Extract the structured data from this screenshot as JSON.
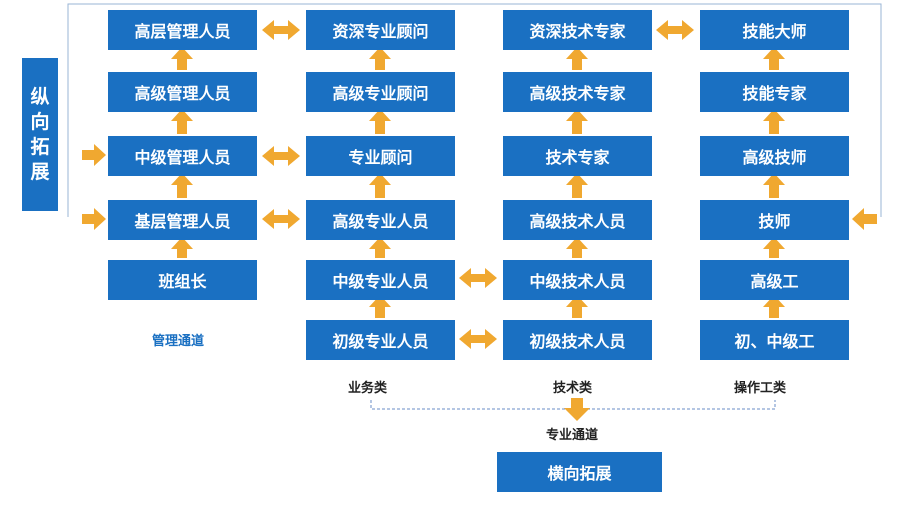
{
  "colors": {
    "box": "#1a70c2",
    "arrow": "#f0a830",
    "frame": "#9ab4d6"
  },
  "side_label": {
    "chars": [
      "纵",
      "向",
      "拓",
      "展"
    ]
  },
  "columns": {
    "management": [
      "高层管理人员",
      "高级管理人员",
      "中级管理人员",
      "基层管理人员",
      "班组长"
    ],
    "business": [
      "资深专业顾问",
      "高级专业顾问",
      "专业顾问",
      "高级专业人员",
      "中级专业人员",
      "初级专业人员"
    ],
    "technical": [
      "资深技术专家",
      "高级技术专家",
      "技术专家",
      "高级技术人员",
      "中级技术人员",
      "初级技术人员"
    ],
    "operations": [
      "技能大师",
      "技能专家",
      "高级技师",
      "技师",
      "高级工",
      "初、中级工"
    ]
  },
  "labels": {
    "management_channel": "管理通道",
    "business_type": "业务类",
    "technical_type": "技术类",
    "operations_type": "操作工类",
    "professional_channel": "专业通道"
  },
  "bottom_label": "横向拓展"
}
